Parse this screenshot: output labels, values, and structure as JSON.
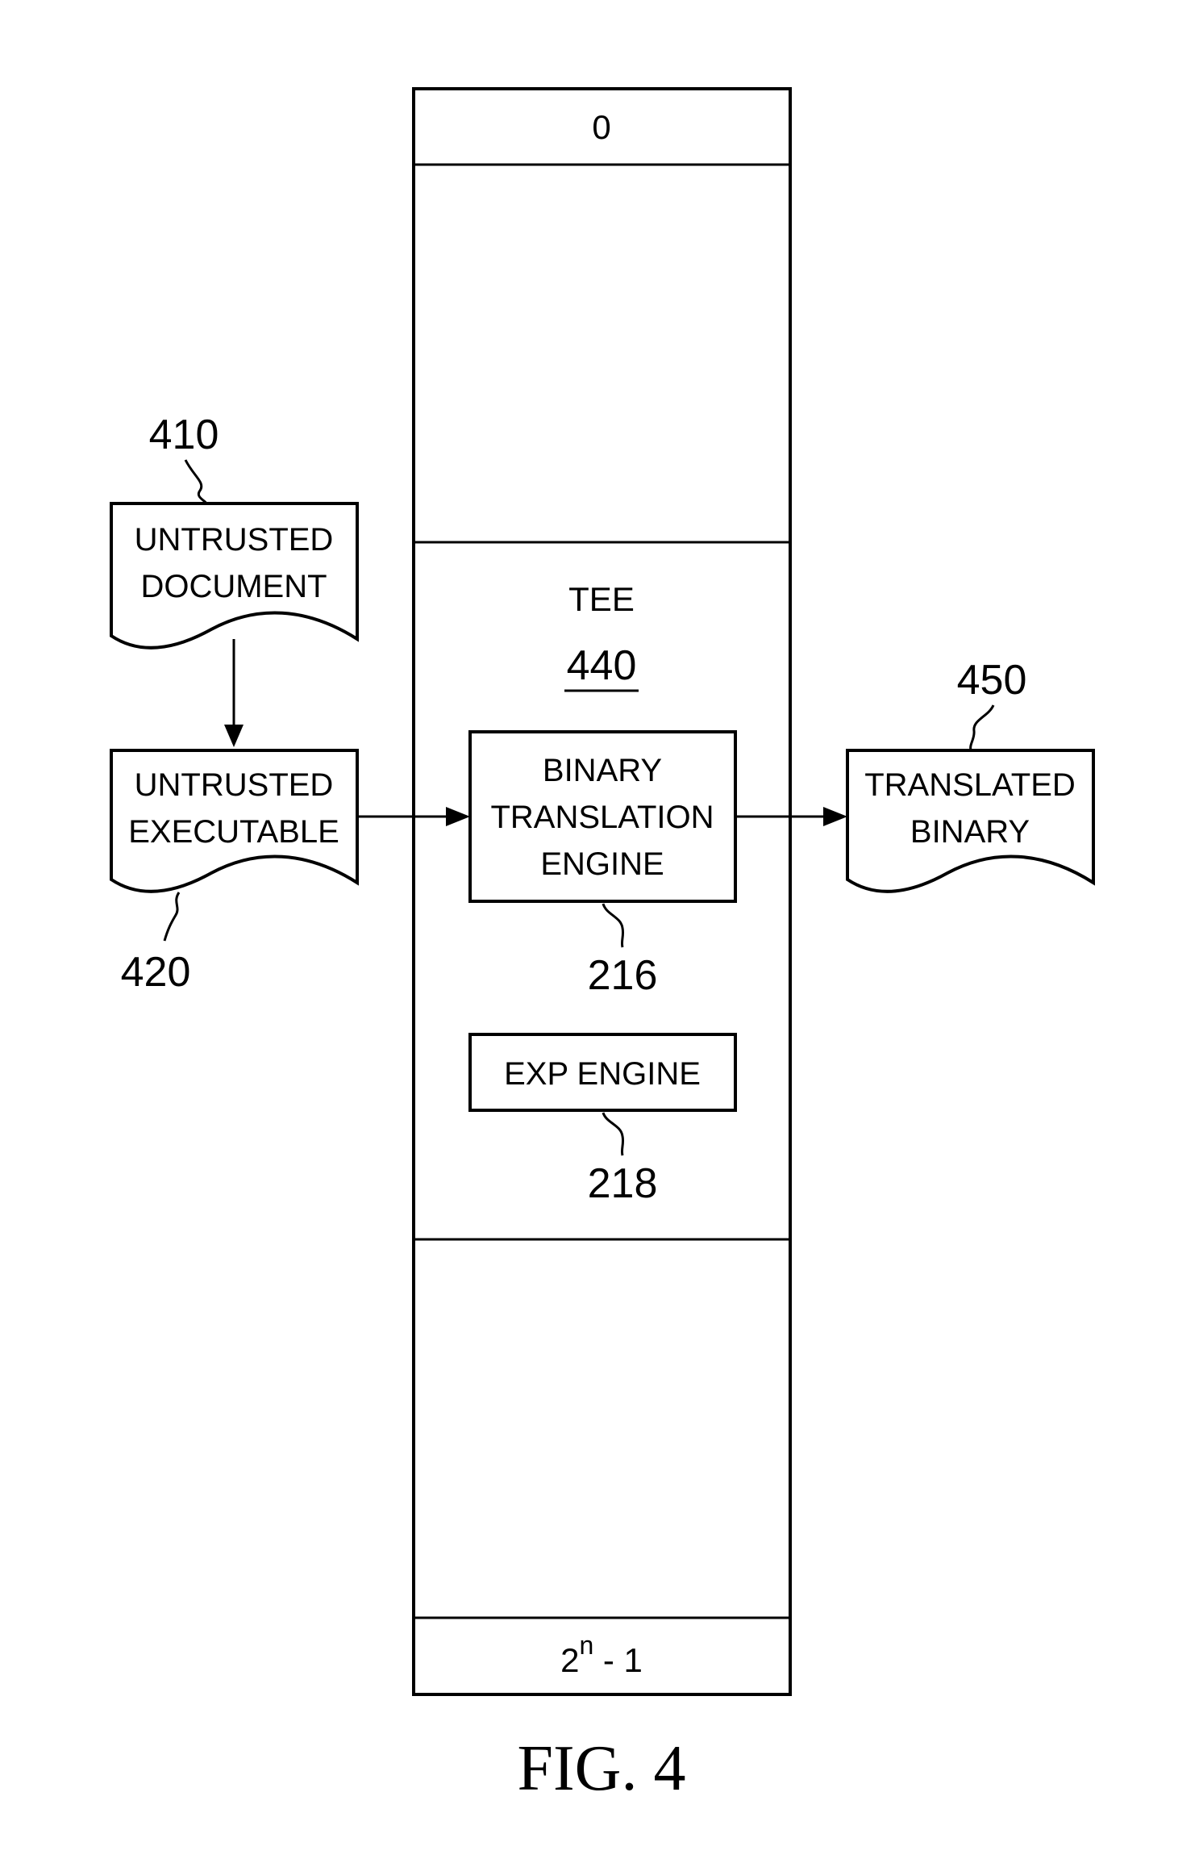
{
  "memory": {
    "top_label": "0",
    "bottom_label_base": "2",
    "bottom_label_exp": "n",
    "bottom_label_rest": " - 1"
  },
  "tee": {
    "title": "TEE",
    "ref": "440"
  },
  "untrusted_document": {
    "line1": "UNTRUSTED",
    "line2": "DOCUMENT",
    "ref": "410"
  },
  "untrusted_executable": {
    "line1": "UNTRUSTED",
    "line2": "EXECUTABLE",
    "ref": "420"
  },
  "binary_translation_engine": {
    "line1": "BINARY",
    "line2": "TRANSLATION",
    "line3": "ENGINE",
    "ref": "216"
  },
  "exp_engine": {
    "label": "EXP ENGINE",
    "ref": "218"
  },
  "translated_binary": {
    "line1": "TRANSLATED",
    "line2": "BINARY",
    "ref": "450"
  },
  "figure_caption": "FIG. 4"
}
